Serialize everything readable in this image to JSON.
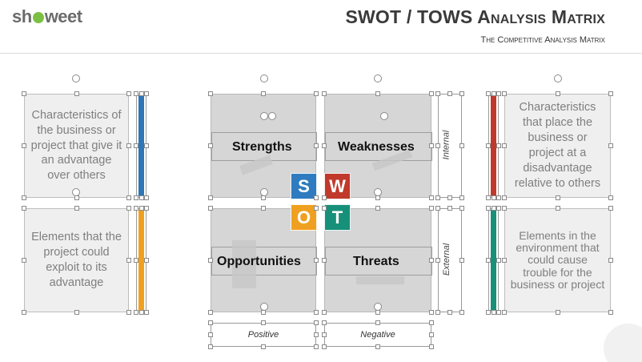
{
  "brand": {
    "prefix": "sh",
    "suffix": "weet"
  },
  "header": {
    "title": "SWOT / TOWS Analysis Matrix",
    "subtitle": "The Competitive Analysis Matrix"
  },
  "left_cards": {
    "strengths_desc": "Characteristics of the business or project that give it an advantage over others",
    "opportunities_desc": "Elements that the project could exploit to its advantage"
  },
  "right_cards": {
    "weaknesses_desc": "Characteristics that place the business or project at a disadvantage relative to others",
    "threats_desc": "Elements in the environment that could cause trouble for the business or project"
  },
  "matrix": {
    "strengths": "Strengths",
    "weaknesses": "Weaknesses",
    "opportunities": "Opportunities",
    "threats": "Threats",
    "internal": "Internal",
    "external": "External",
    "positive": "Positive",
    "negative": "Negative"
  },
  "tiles": {
    "s": "S",
    "w": "W",
    "o": "O",
    "t": "T"
  },
  "colors": {
    "blue": "#2e76b6",
    "orange": "#f0a020",
    "red": "#c0392b",
    "teal": "#17907a",
    "tile_s": "#2e7bbf",
    "tile_w": "#c0392b",
    "tile_o": "#f0a020",
    "tile_t": "#17907a"
  }
}
